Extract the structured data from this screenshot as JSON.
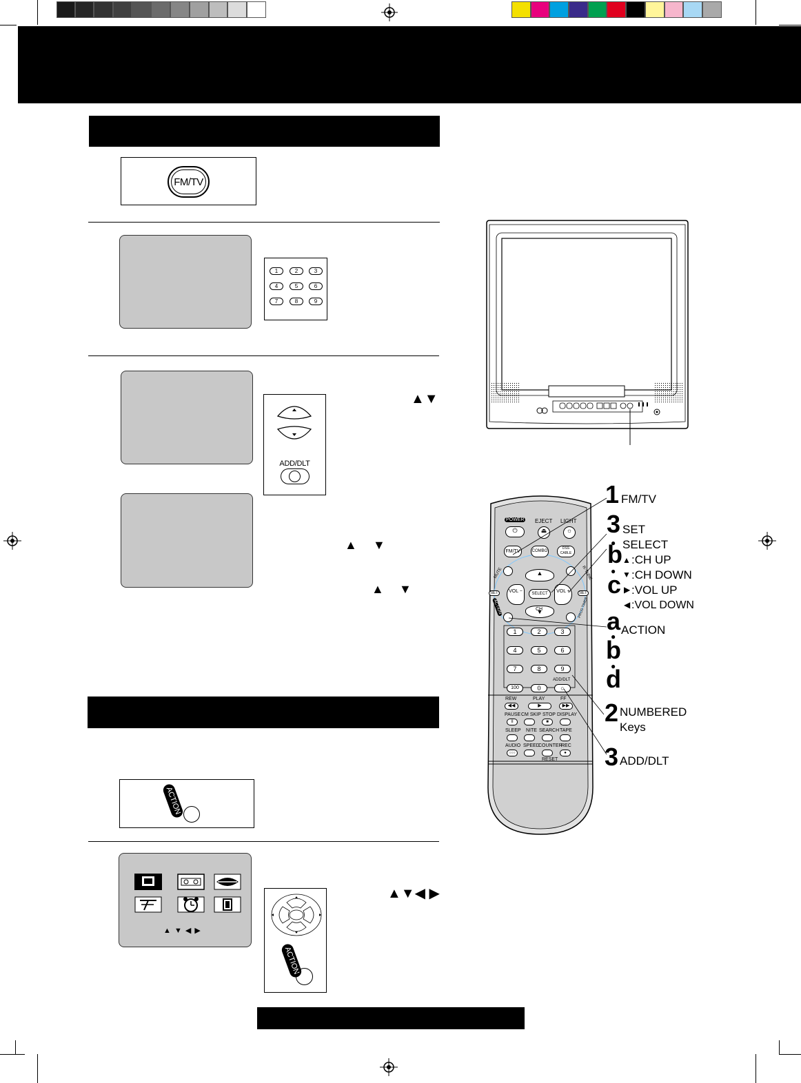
{
  "fmtv_button_label": "FM/TV",
  "add_dlt_label": "ADD/DLT",
  "action_label": "ACTION",
  "step3_arrows": "▲▼",
  "step3_arrow_up_a": "▲",
  "step3_arrow_down_a": "▼",
  "step3_arrow_up_b": "▲",
  "step3_arrow_down_b": "▼",
  "menu_arrows_big": "▲▼◀ ▶",
  "menu_arrows_small": "▲ ▼ ◀ ▶",
  "keypad_small": [
    "1",
    "2",
    "3",
    "4",
    "5",
    "6",
    "7",
    "8",
    "9"
  ],
  "remote": {
    "power": "POWER",
    "eject": "EJECT",
    "light": "LIGHT",
    "fmtv": "FM/TV",
    "combo": "COMBO",
    "dss_cable": "DSS CABLE",
    "mute": "MUTE",
    "r_tune": "R-TUNE",
    "set_left": "SET",
    "set_right": "SET",
    "action": "ACTION",
    "prog_timer": "PROG TIMER",
    "ch": "CH",
    "vol_minus": "VOL −",
    "vol_plus": "VOL +",
    "select": "SELECT",
    "digits": [
      "1",
      "2",
      "3",
      "4",
      "5",
      "6",
      "7",
      "8",
      "9"
    ],
    "k100": "100",
    "k0": "0",
    "add_dlt": "ADD/DLT",
    "rew": "REW",
    "play": "PLAY",
    "ff": "FF",
    "pause": "PAUSE",
    "cm_skip": "CM SKIP",
    "stop": "STOP",
    "display": "DISPLAY",
    "sleep": "SLEEP",
    "nite": "NITE",
    "search": "SEARCH",
    "tape": "TAPE",
    "audio": "AUDIO",
    "speed": "SPEED",
    "counter": "COUNTER",
    "rec": "REC",
    "reset": "RESET"
  },
  "callouts": {
    "c1_num": "1",
    "c1_text": "FM/TV",
    "c3_num": "3",
    "c3_text1": "SET",
    "c3_text2": "SELECT",
    "cb_letter": "b",
    "cb_ch_up": ":CH UP",
    "cb_ch_down": ":CH DOWN",
    "cc_letter": "c",
    "cc_vol_up": ":VOL UP",
    "cc_vol_down": ":VOL DOWN",
    "ca_letter": "a",
    "ca_text": "ACTION",
    "cb2_letter": "b",
    "cd_letter": "d",
    "c2_num": "2",
    "c2_text1": "NUMBERED",
    "c2_text2": "Keys",
    "c3b_num": "3",
    "c3b_text": "ADD/DLT"
  },
  "colors": {
    "gray_steps": [
      "#1a1a1a",
      "#262626",
      "#333333",
      "#404040",
      "#555555",
      "#6b6b6b",
      "#868686",
      "#a0a0a0",
      "#bdbdbd",
      "#dcdcdc",
      "#ffffff"
    ],
    "color_steps": [
      "#f4e000",
      "#e8007d",
      "#00a0e0",
      "#3a2a8a",
      "#00a050",
      "#e0001e",
      "#000000",
      "#fff59a",
      "#f6b6cc",
      "#a8d8f4",
      "#a9a9a9"
    ]
  }
}
